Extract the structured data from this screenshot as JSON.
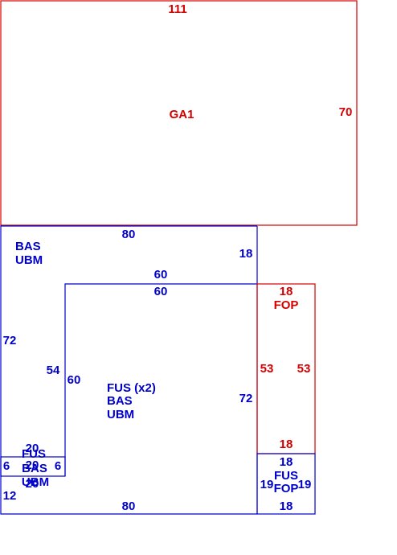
{
  "colors": {
    "red": "#d40000",
    "blue": "#0000cc"
  },
  "ga1": {
    "top": "111",
    "name": "GA1",
    "right": "70"
  },
  "bas_outer": {
    "top": "80",
    "name_line1": "BAS",
    "name_line2": "UBM",
    "inner_right": "18",
    "left": "72",
    "bottom": "80",
    "bottom_left": "12"
  },
  "fus_main": {
    "top_outer": "60",
    "top_inner": "60",
    "left_outer": "54",
    "left_inner": "60",
    "right": "72",
    "name_line1": "FUS (x2)",
    "name_line2": "BAS",
    "name_line3": "UBM"
  },
  "fop_upper": {
    "top": "18",
    "name": "FOP",
    "left": "53",
    "right": "53",
    "bottom": "18"
  },
  "fop_lower": {
    "top": "18",
    "name_line1": "FUS",
    "name_line2": "FOP",
    "left": "19",
    "right": "19",
    "bottom": "18"
  },
  "small_room": {
    "top": "20",
    "left": "6",
    "right": "6",
    "bottom": "20",
    "name_line1": "FUS",
    "name_line2": "BAS",
    "name_line3": "UBM"
  }
}
